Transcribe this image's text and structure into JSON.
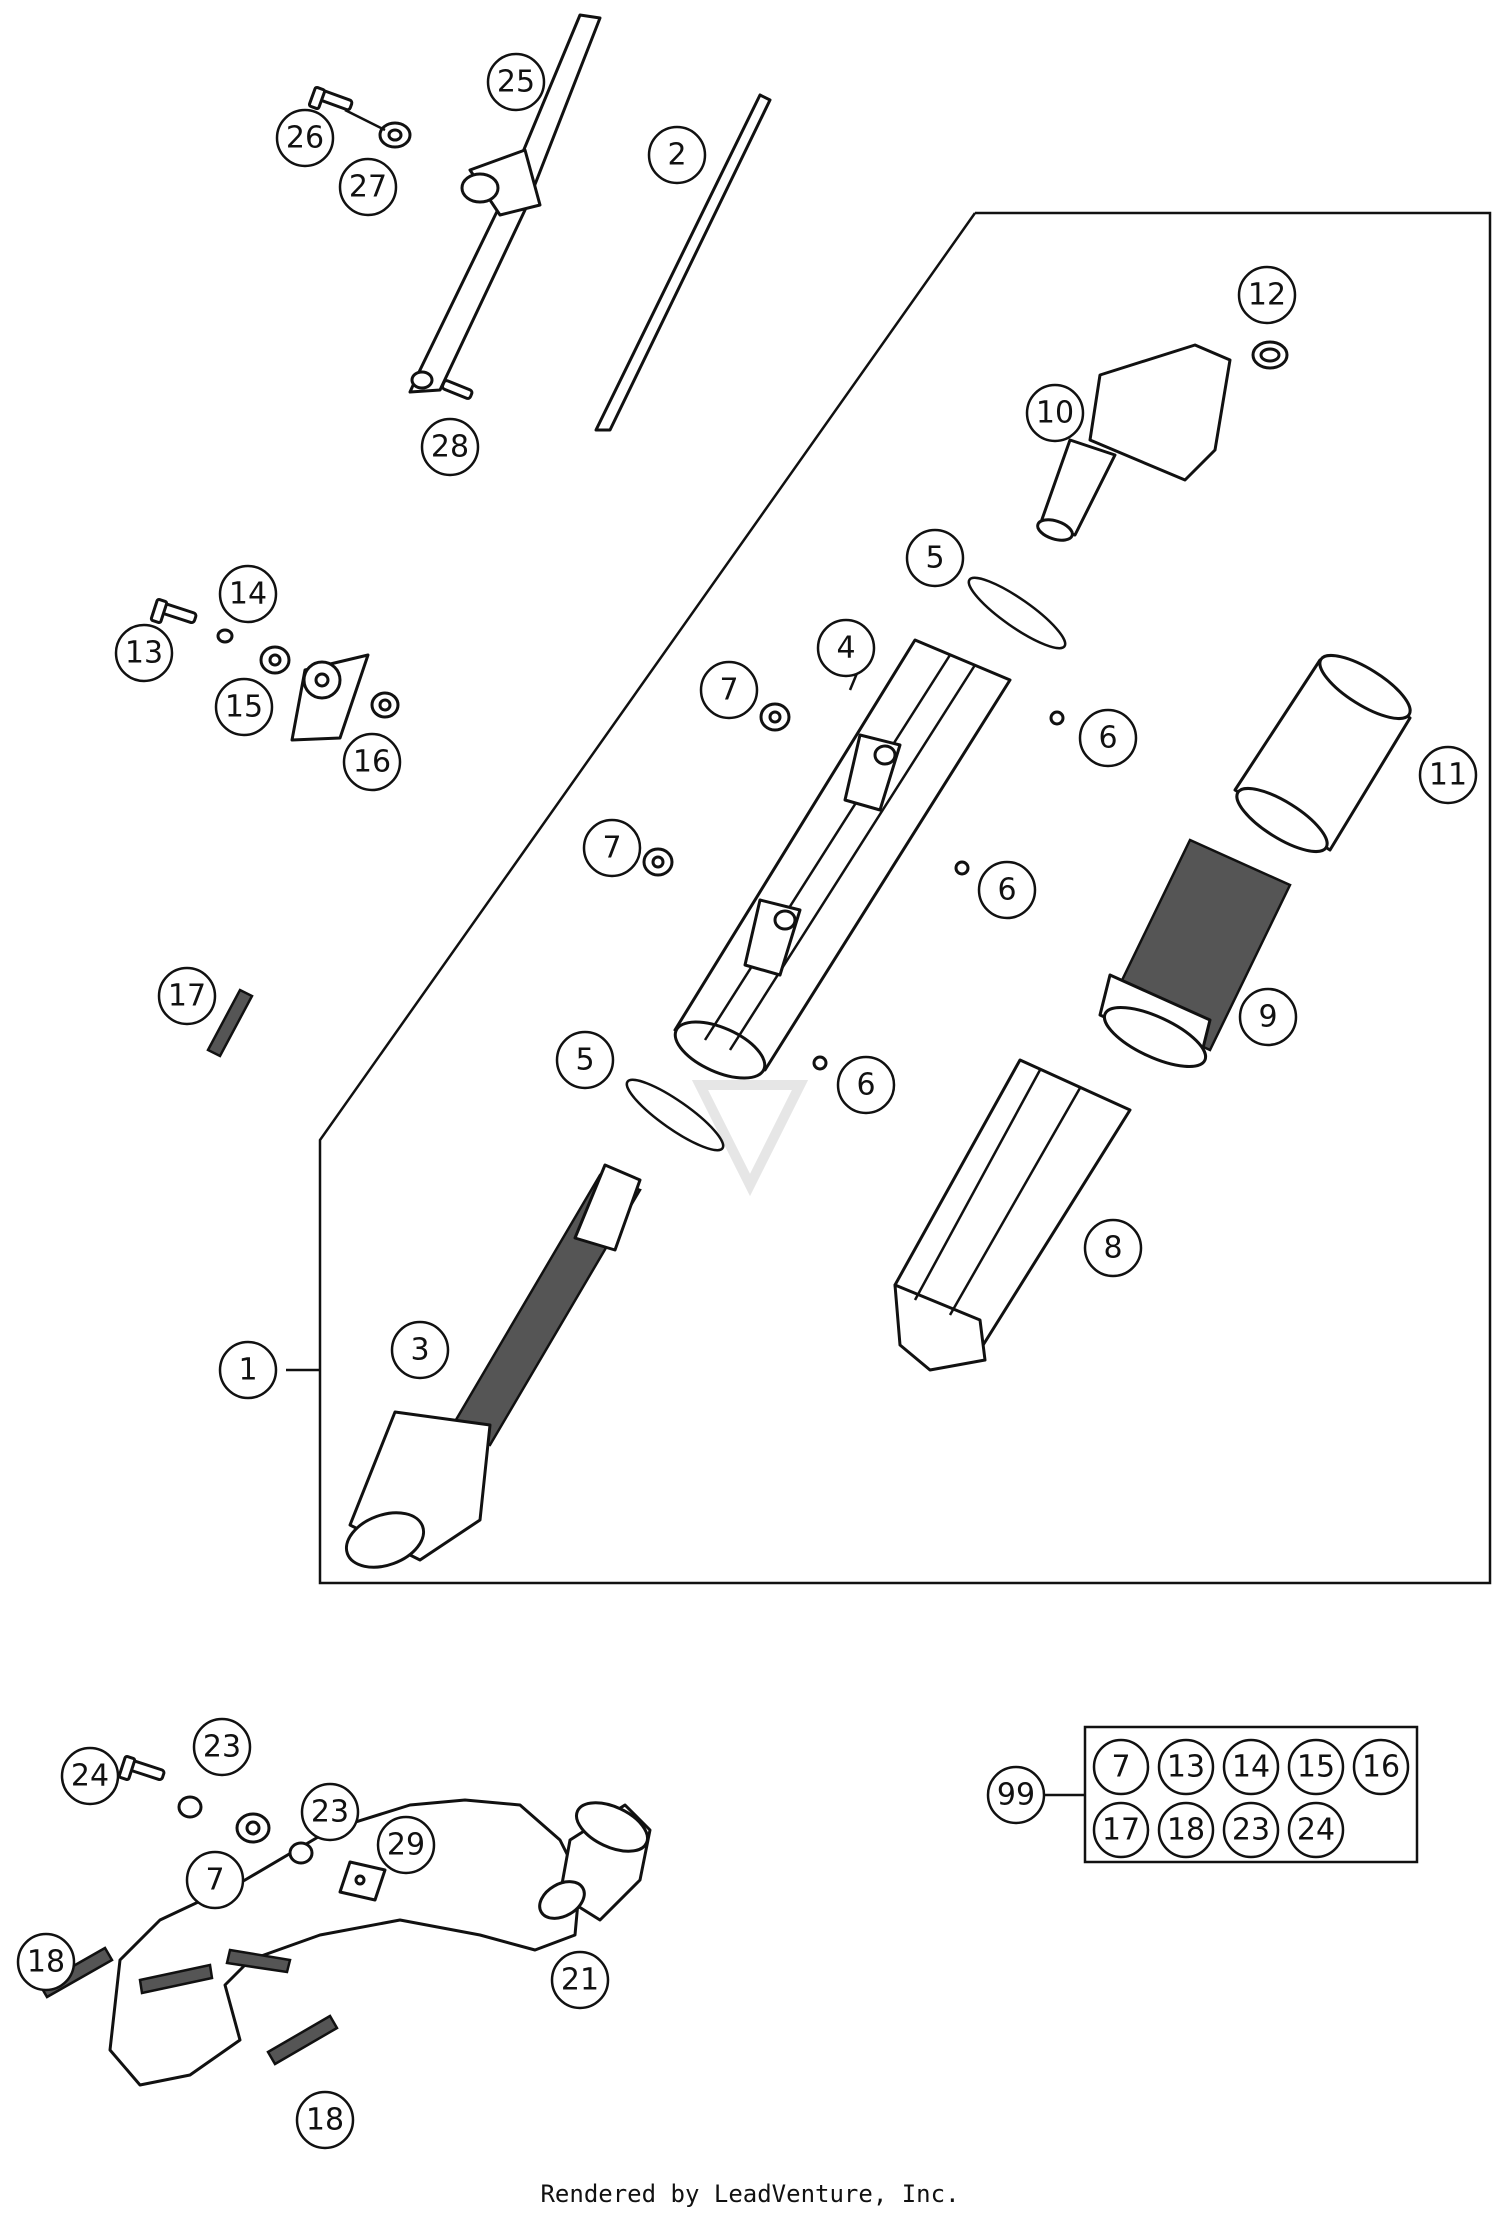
{
  "callouts": [
    "1",
    "2",
    "3",
    "4",
    "5",
    "6",
    "7",
    "8",
    "9",
    "10",
    "11",
    "12",
    "13",
    "14",
    "15",
    "16",
    "17",
    "18",
    "21",
    "23",
    "24",
    "25",
    "26",
    "27",
    "28",
    "29"
  ],
  "kit": {
    "label": "99",
    "items": [
      "7",
      "13",
      "14",
      "15",
      "16",
      "17",
      "18",
      "23",
      "24"
    ]
  },
  "footer": "Rendered by LeadVenture, Inc.",
  "colors": {
    "ink": "#111111",
    "paper": "#ffffff"
  }
}
